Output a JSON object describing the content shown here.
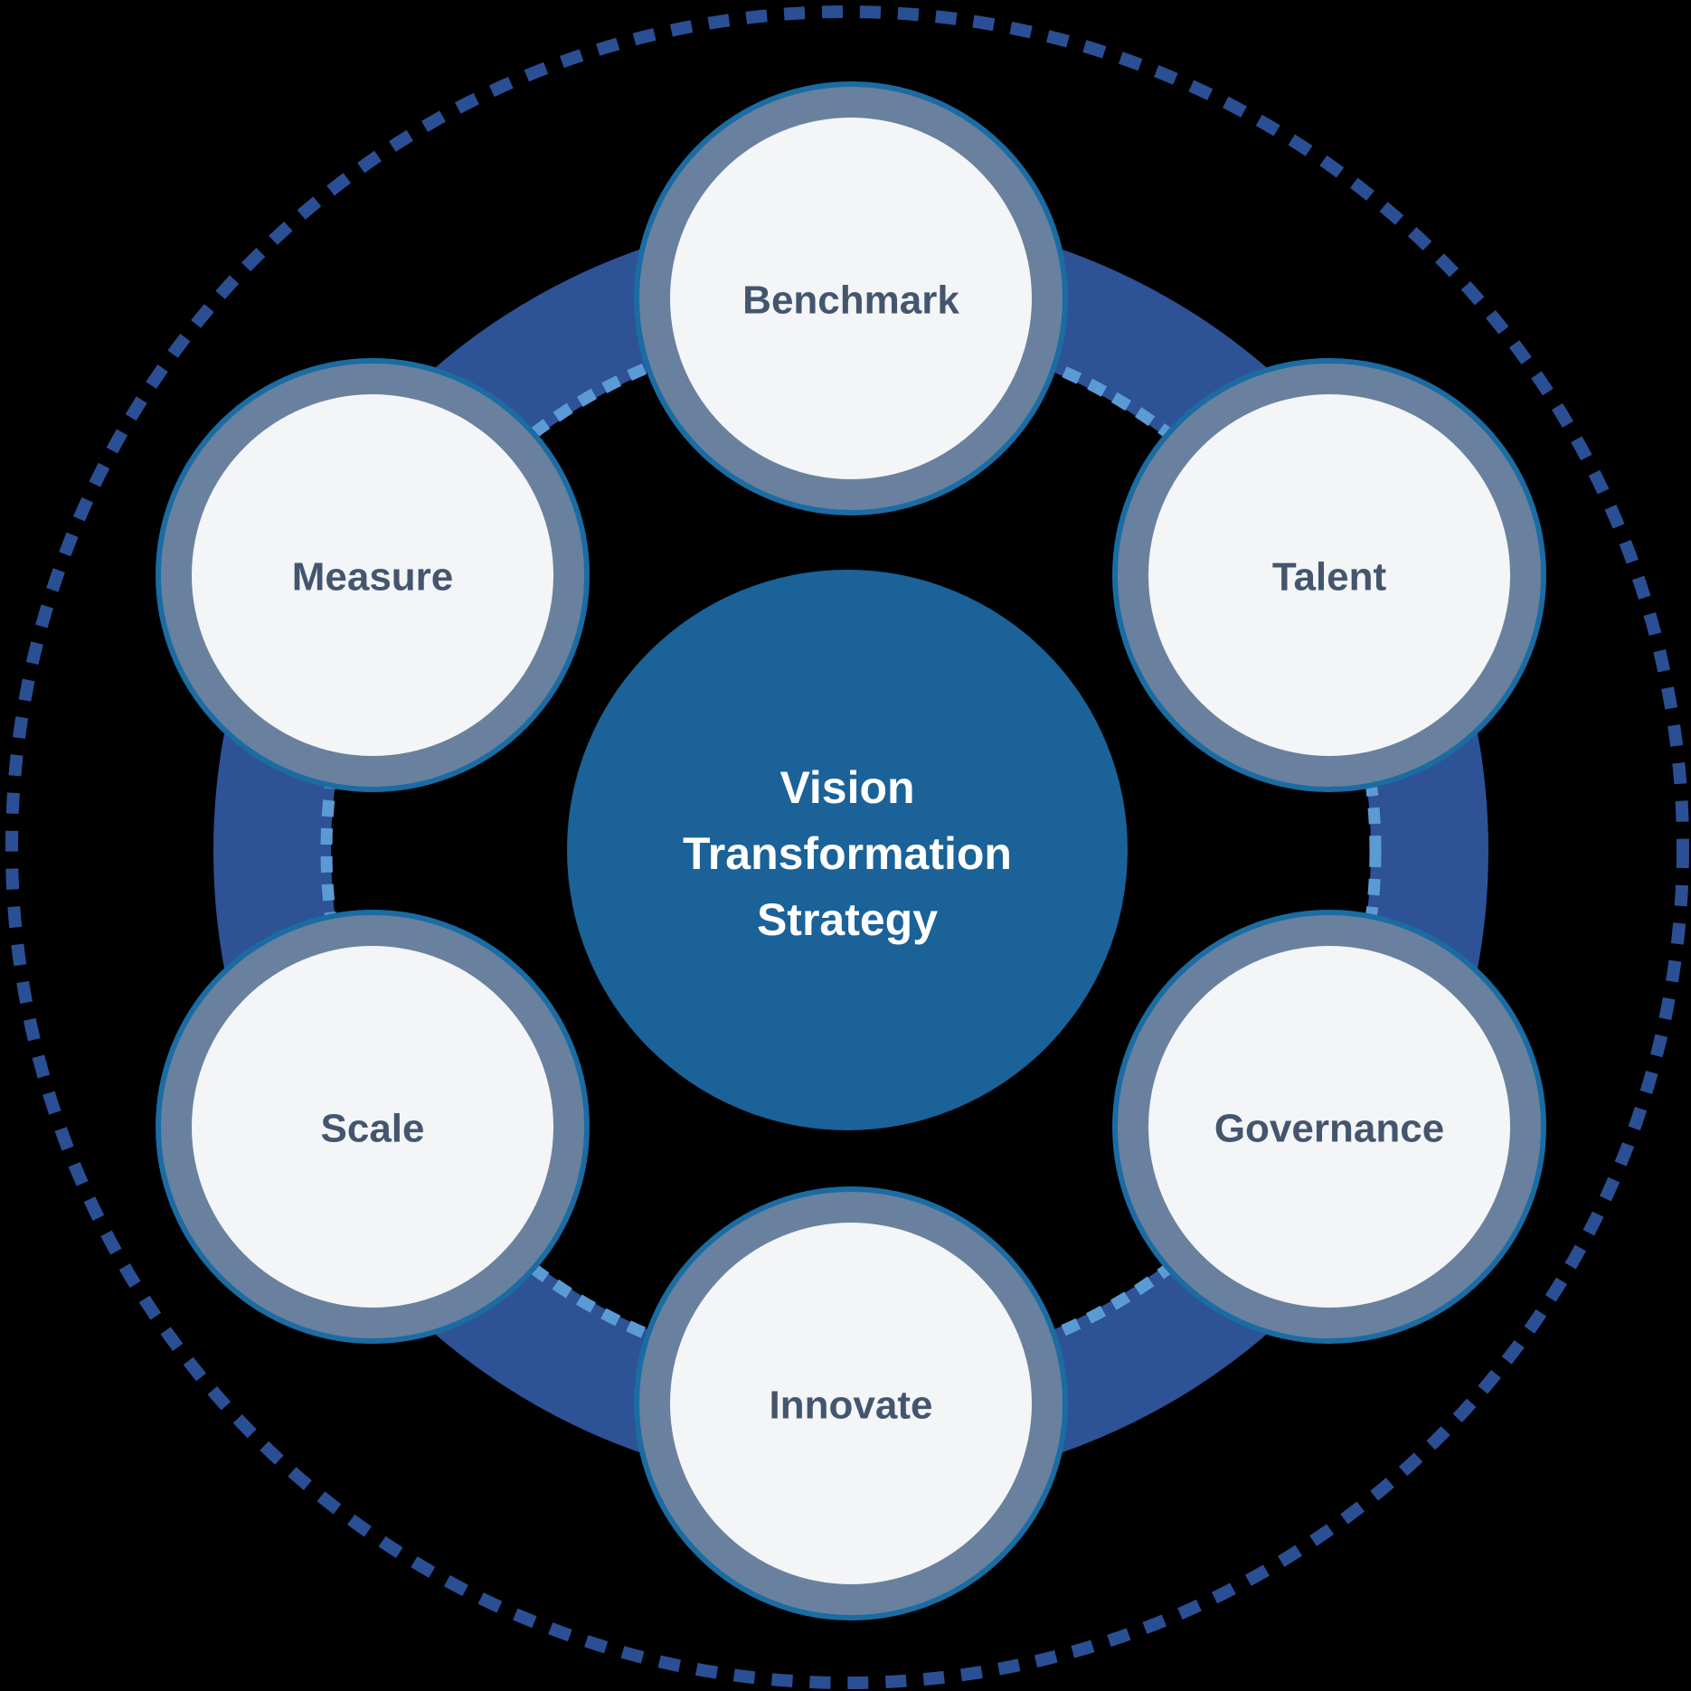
{
  "diagram": {
    "title": "Vision Transformation Strategy cycle diagram",
    "hub": {
      "lines": [
        "Vision",
        "Transformation",
        "Strategy"
      ]
    },
    "nodes": [
      {
        "id": "benchmark",
        "label": "Benchmark"
      },
      {
        "id": "talent",
        "label": "Talent"
      },
      {
        "id": "governance",
        "label": "Governance"
      },
      {
        "id": "innovate",
        "label": "Innovate"
      },
      {
        "id": "scale",
        "label": "Scale"
      },
      {
        "id": "measure",
        "label": "Measure"
      }
    ],
    "colors": {
      "background": "#000000",
      "outer_dashed_ring": "#2B4F94",
      "connector_band": "#2E5296",
      "inner_dashed_ring": "#5B9BD5",
      "node_ring": "#69819E",
      "node_ring_outline": "#1A6CA3",
      "node_fill": "#F4F5F7",
      "node_text": "#44566E",
      "hub_fill": "#1A6298",
      "hub_text": "#FFFFFF"
    }
  }
}
